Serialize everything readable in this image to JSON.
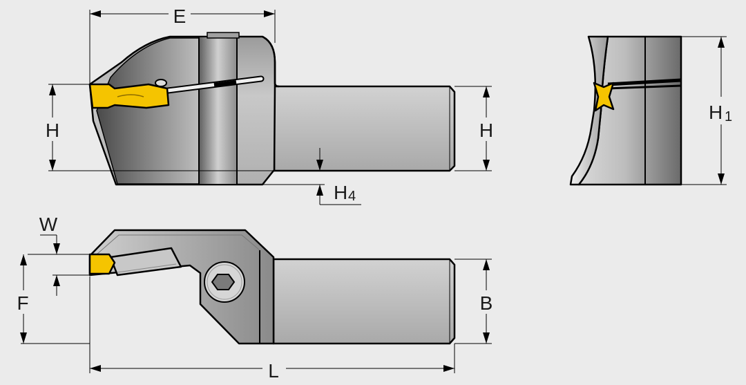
{
  "labels": {
    "E": "E",
    "H_left": "H",
    "H_right": "H",
    "H4_main": "H",
    "H4_sub": "4",
    "H1_main": "H",
    "H1_sub": "1",
    "W": "W",
    "F": "F",
    "B": "B",
    "L": "L"
  },
  "colors": {
    "background": "#ebebeb",
    "insert_yellow": "#f5c400",
    "body_gray": "#b5b5b5",
    "shank_gray": "#c4c4c4",
    "dark_gray": "#6f6f6f",
    "outline": "#000000"
  }
}
